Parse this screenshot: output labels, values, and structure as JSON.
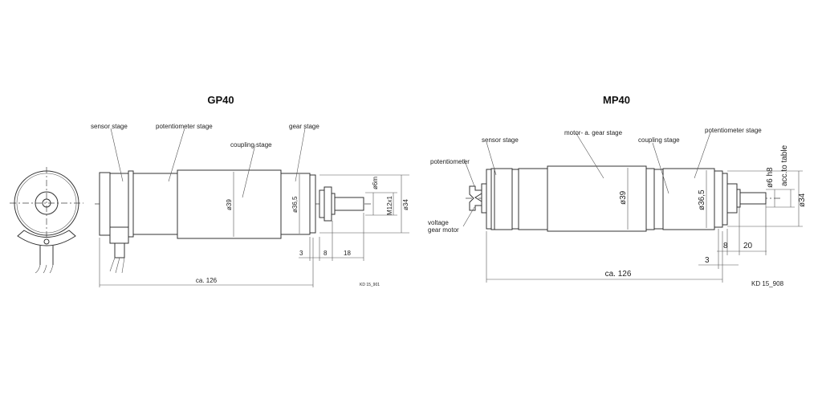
{
  "gp40": {
    "title": "GP40",
    "labels": {
      "sensor": "sensor stage",
      "potentiometer": "potentiometer stage",
      "coupling": "coupling stage",
      "gear": "gear stage"
    },
    "dims": {
      "d39": "ø39",
      "d365": "ø36,5",
      "d6": "ø6m",
      "m12": "M12x1",
      "d34": "ø34",
      "l3": "3",
      "l8": "8",
      "l18": "18",
      "total": "ca. 126"
    },
    "code": "KD 15_901"
  },
  "mp40": {
    "title": "MP40",
    "labels": {
      "potentiometer_conn": "potentiometer",
      "voltage1": "voltage",
      "voltage2": "gear motor",
      "sensor": "sensor stage",
      "motor": "motor- a. gear stage",
      "coupling": "coupling stage",
      "potentiometer": "potentiometer stage"
    },
    "dims": {
      "d39": "ø39",
      "d365": "ø36,5",
      "d6": "ø6 h8",
      "acc": "acc.to table",
      "d34": "ø34",
      "l8": "8",
      "l20": "20",
      "l3": "3",
      "total": "ca. 126"
    },
    "code": "KD 15_908"
  }
}
